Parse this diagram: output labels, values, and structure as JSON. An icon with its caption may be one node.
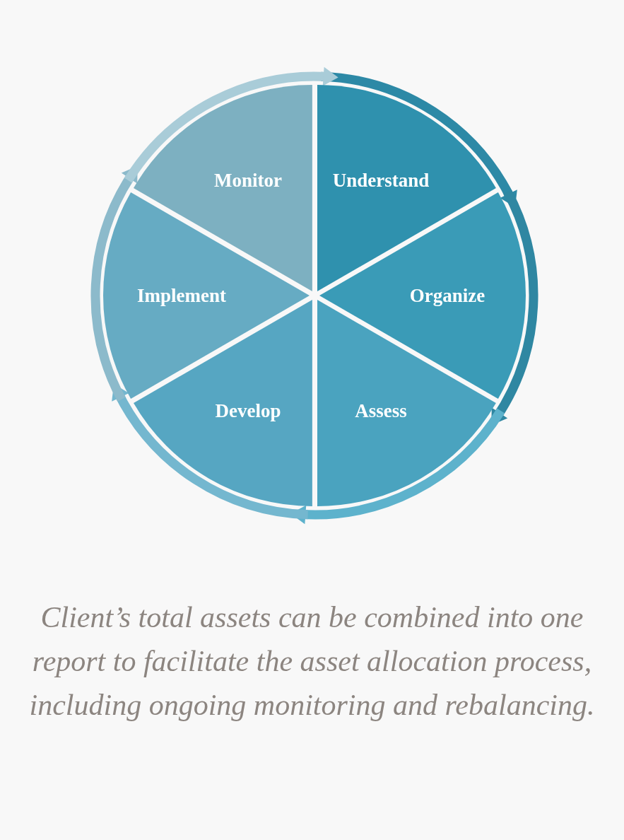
{
  "diagram": {
    "caption": "Client’s total assets can be combined into one report to facilitate the asset allocation process, including ongoing monitoring and rebalancing.",
    "nodes": [
      {
        "text": [
          "Understand"
        ]
      },
      {
        "text": [
          "Organize"
        ]
      },
      {
        "text": [
          "Assess"
        ]
      },
      {
        "text": [
          "Develop"
        ]
      },
      {
        "text": [
          "Implement"
        ]
      },
      {
        "text": [
          "Monitor"
        ]
      }
    ],
    "edges": [
      {
        "from": 0,
        "to": 1,
        "arrow": "to"
      },
      {
        "from": 1,
        "to": 2,
        "arrow": "to"
      },
      {
        "from": 2,
        "to": 3,
        "arrow": "to"
      },
      {
        "from": 3,
        "to": 4,
        "arrow": "to"
      },
      {
        "from": 4,
        "to": 5,
        "arrow": "to",
        "color": "#8cbacb"
      },
      {
        "from": 5,
        "to": 0,
        "arrow": "to",
        "color": "#a9ccd8"
      }
    ]
  }
}
